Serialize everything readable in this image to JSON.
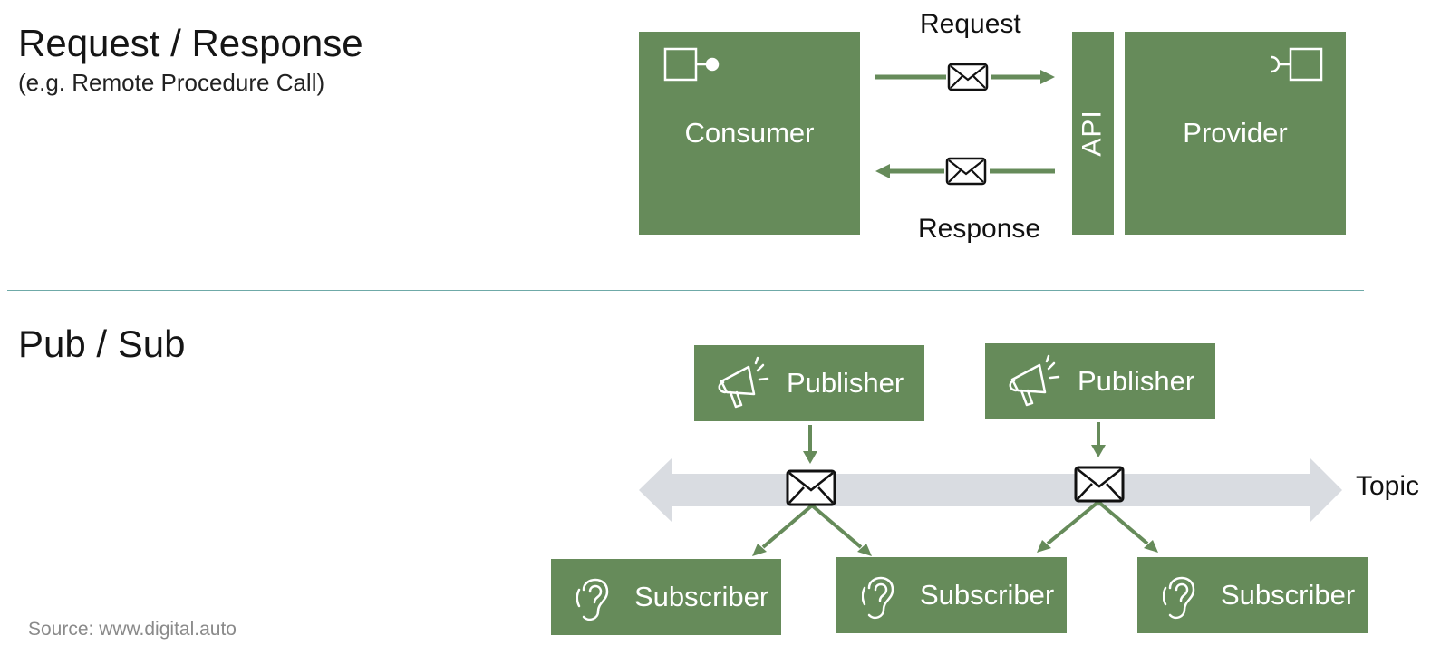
{
  "colors": {
    "box": "#668b5a",
    "arrow": "#668b5a",
    "topic": "#d9dce1",
    "divider": "#6faaa8",
    "source": "#8a8a8a"
  },
  "request_response": {
    "title": "Request / Response",
    "subtitle": "(e.g. Remote Procedure Call)",
    "consumer": "Consumer",
    "provider": "Provider",
    "api": "API",
    "request_label": "Request",
    "response_label": "Response"
  },
  "pub_sub": {
    "title": "Pub / Sub",
    "publishers": [
      "Publisher",
      "Publisher"
    ],
    "subscribers": [
      "Subscriber",
      "Subscriber",
      "Subscriber"
    ],
    "topic_label": "Topic"
  },
  "source": "Source: www.digital.auto",
  "icons": {
    "envelope": "envelope-icon",
    "megaphone": "megaphone-icon",
    "ear": "ear-icon",
    "required_interface": "required-interface-icon",
    "provided_interface": "provided-interface-icon"
  }
}
